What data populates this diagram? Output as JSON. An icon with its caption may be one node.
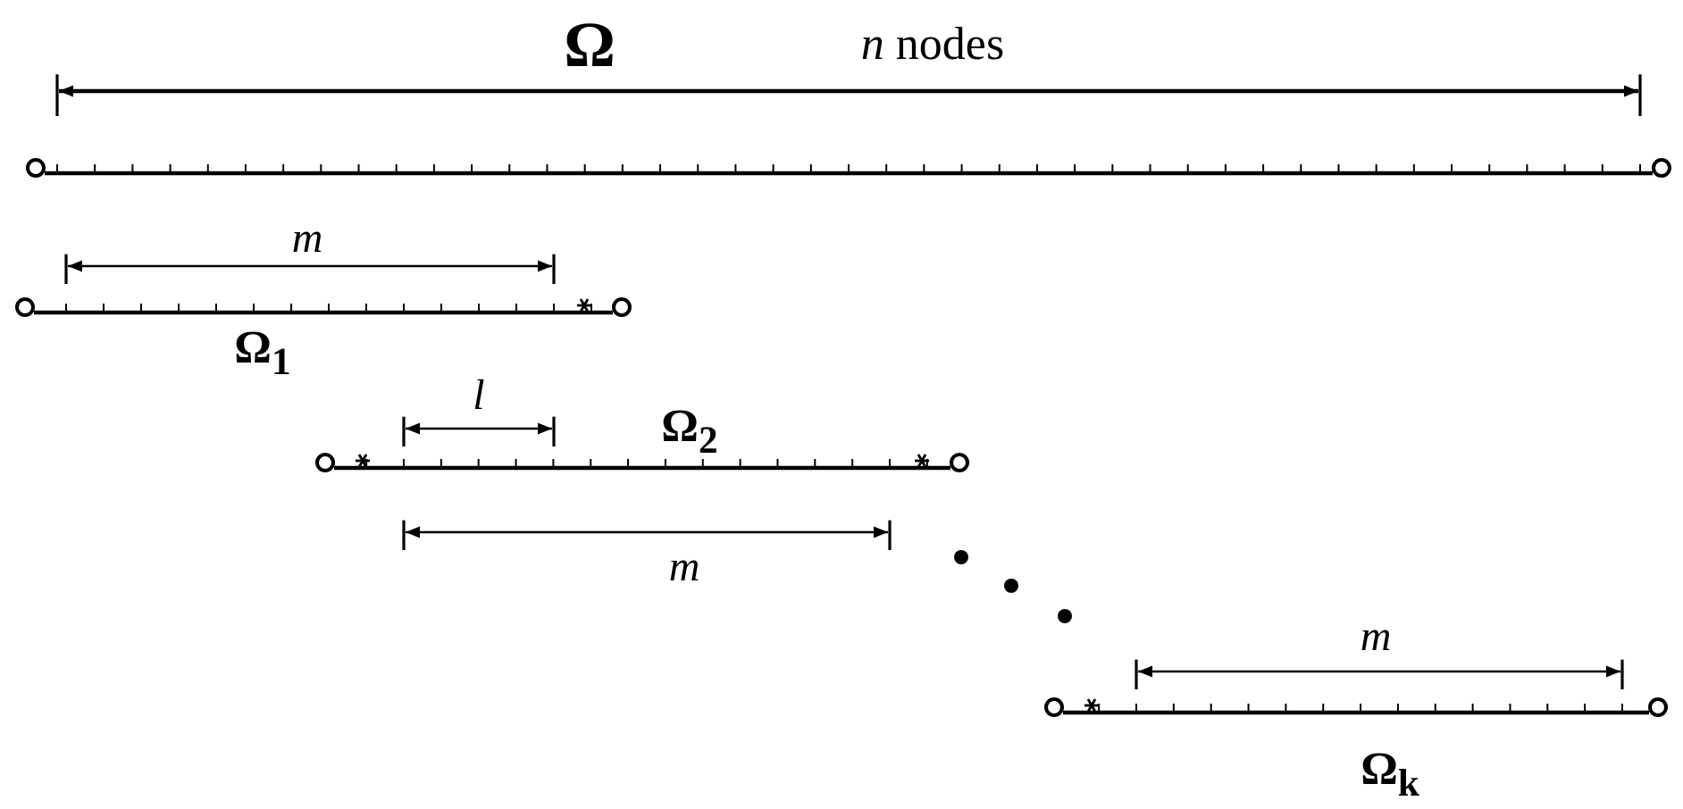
{
  "diagram": {
    "labels": [
      "Ω",
      "*n* nodes",
      "m",
      "Ω$_{1}$",
      "l",
      "Ω$_{2}$",
      "m",
      "m",
      "Ω$_{k}$"
    ]
  }
}
